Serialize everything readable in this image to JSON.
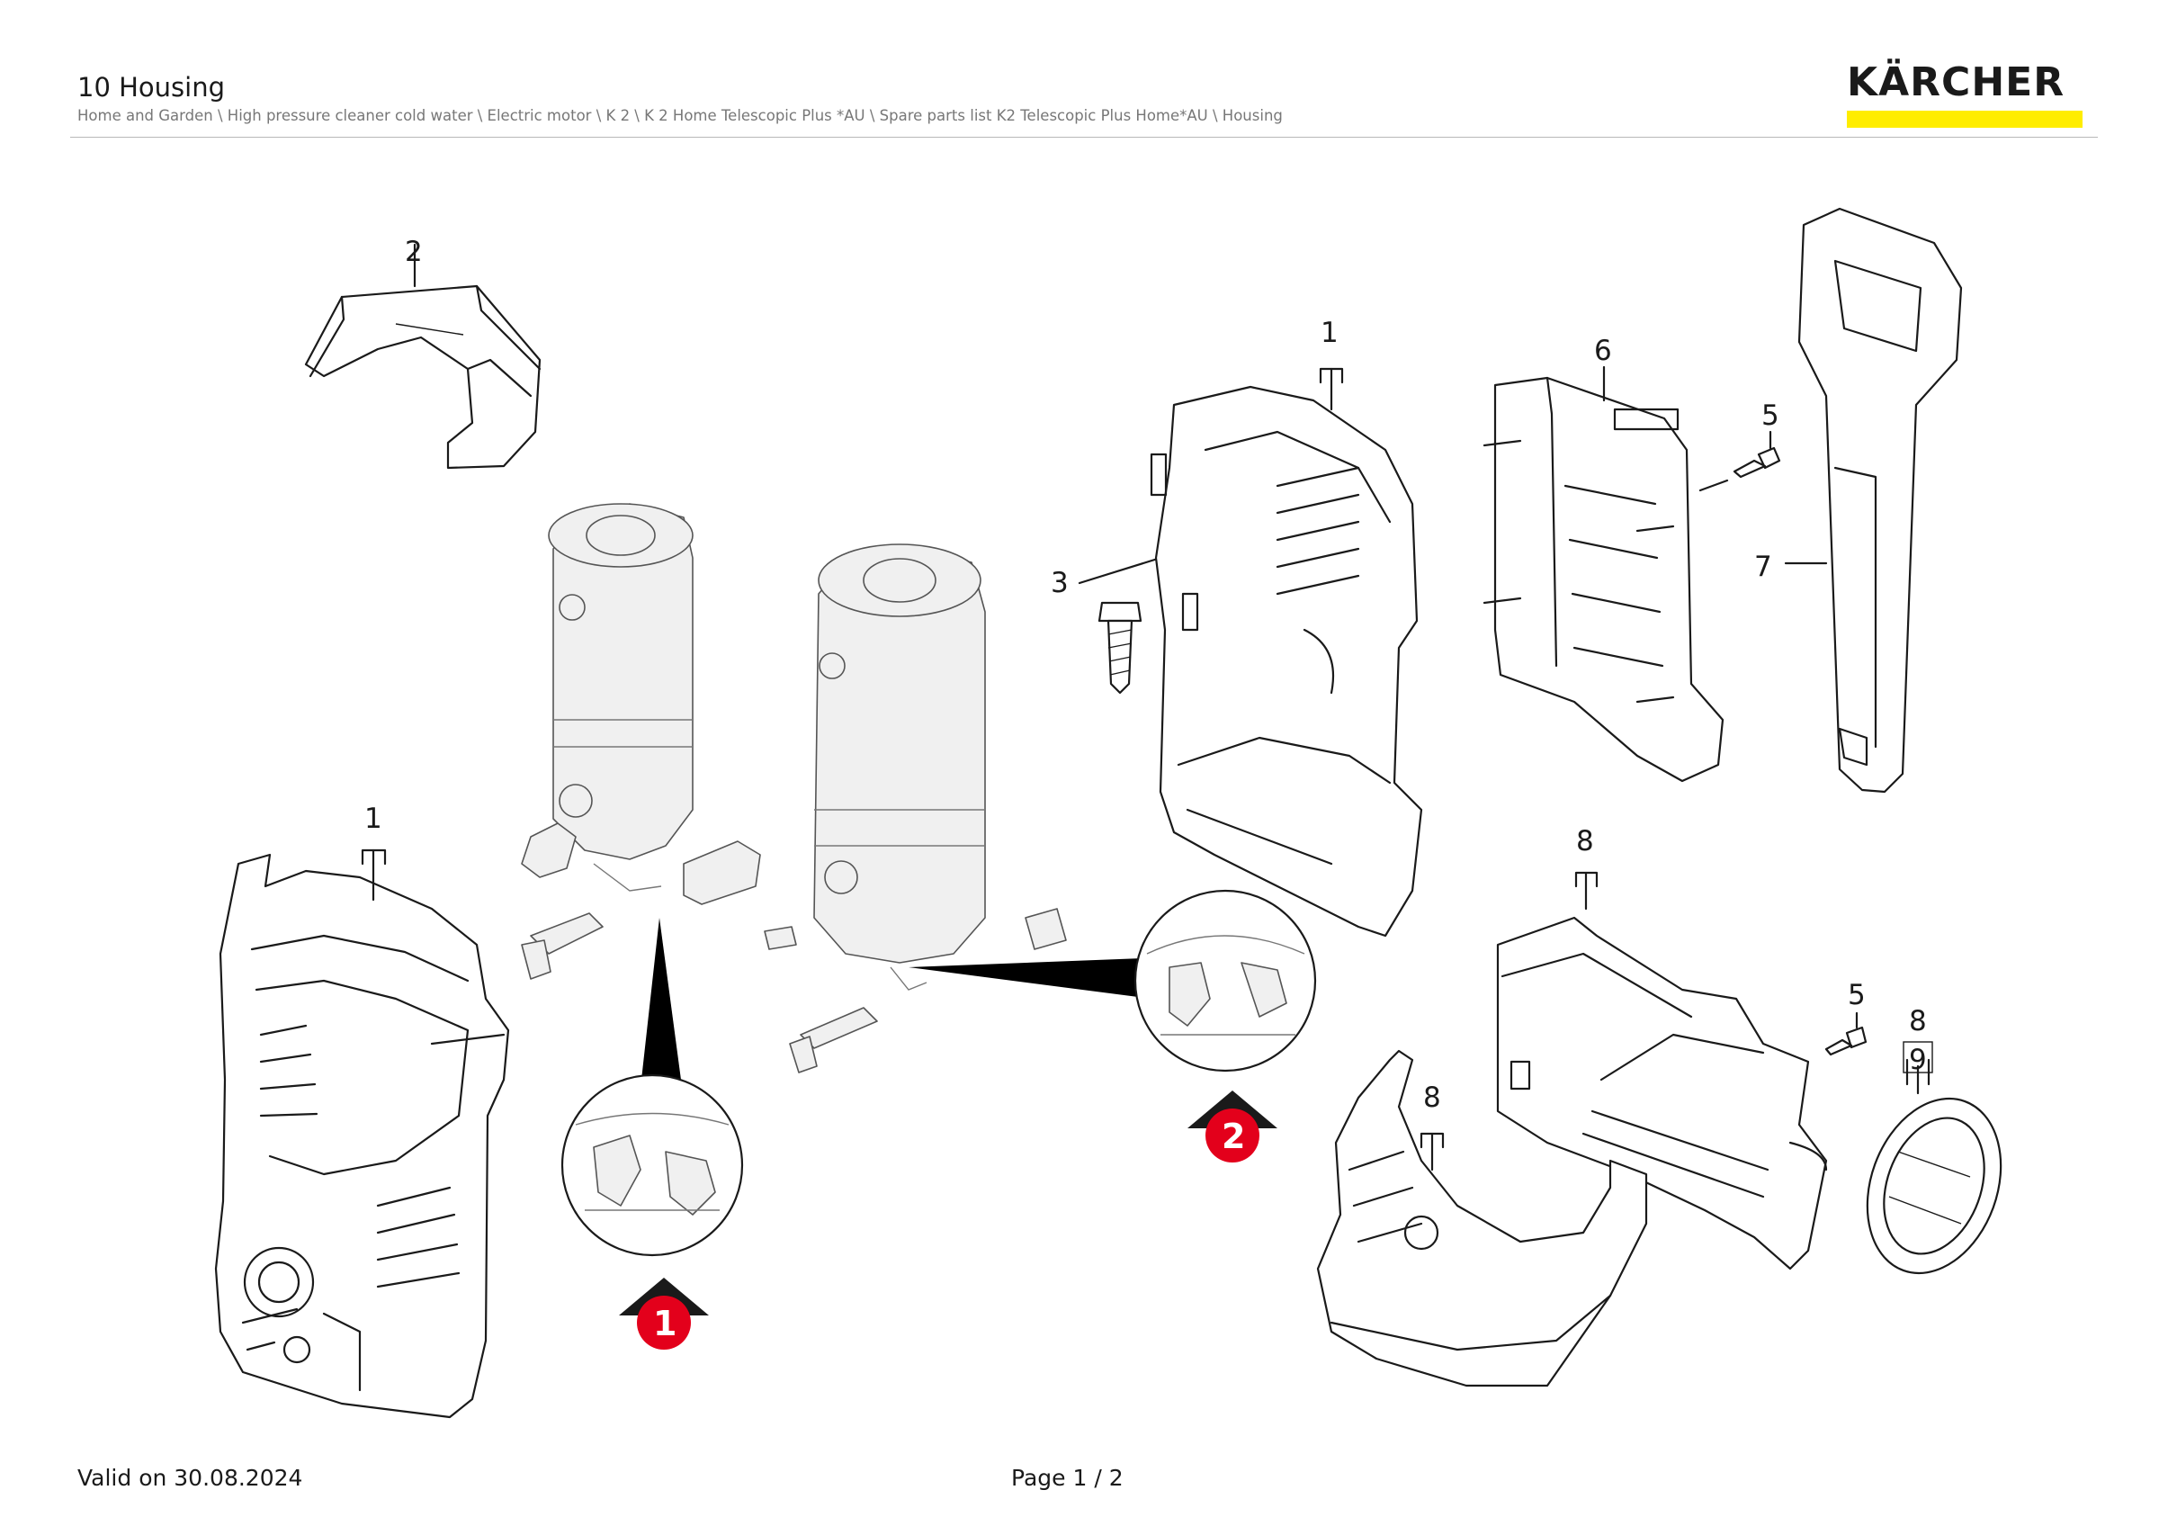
{
  "header": {
    "title": "10 Housing",
    "breadcrumb": "Home and Garden \\ High pressure cleaner cold water \\ Electric motor \\ K 2 \\ K 2 Home Telescopic Plus *AU \\ Spare parts list K2 Telescopic Plus Home*AU \\ Housing",
    "brand": "KÄRCHER",
    "brand_color": "#ffed00"
  },
  "callouts": {
    "housing_front": "1",
    "handle_top": "2",
    "screw_large": "3",
    "housing_rear": "1",
    "bracket": "6",
    "screw_bracket": "5",
    "telescopic_handle": "7",
    "hose_holder_top": "8",
    "screw_holder": "5",
    "reel_cap": "8",
    "reel_cap_sub": "9",
    "base_holder": "8"
  },
  "markers": {
    "marker_1": "1",
    "marker_2": "2",
    "marker_color": "#e3001b"
  },
  "footer": {
    "valid": "Valid on 30.08.2024",
    "page": "Page 1 / 2"
  }
}
